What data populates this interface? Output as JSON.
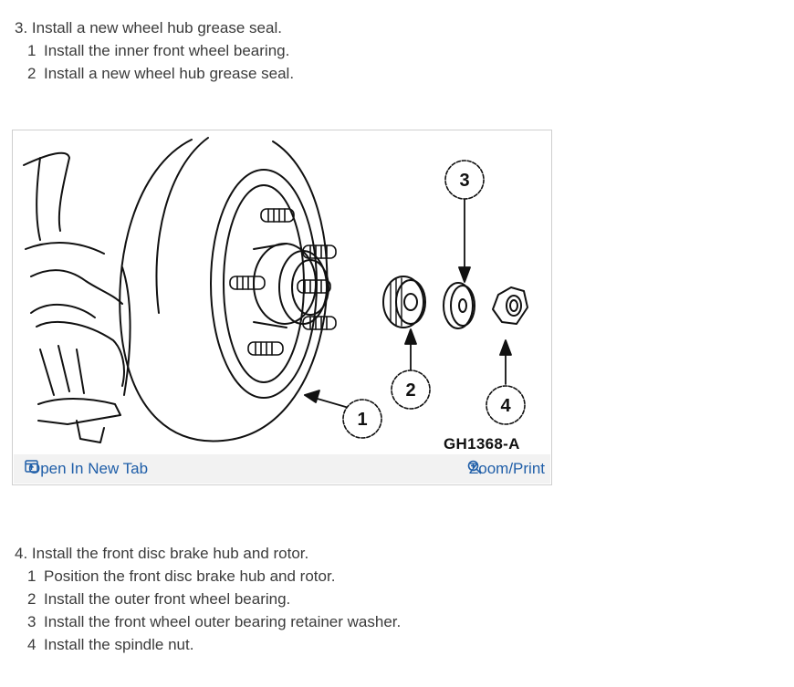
{
  "step3": {
    "title": "3. Install a new wheel hub grease seal.",
    "items": [
      {
        "num": "1",
        "text": "Install the inner front wheel bearing."
      },
      {
        "num": "2",
        "text": "Install a new wheel hub grease seal."
      }
    ]
  },
  "figure": {
    "code": "GH1368-A",
    "callouts": [
      "1",
      "2",
      "3",
      "4"
    ],
    "open_tab_label": "Open In New Tab",
    "zoom_label": "Zoom/Print",
    "link_color": "#1f5ea8"
  },
  "step4": {
    "title": "4. Install the front disc brake hub and rotor.",
    "items": [
      {
        "num": "1",
        "text": "Position the front disc brake hub and rotor."
      },
      {
        "num": "2",
        "text": "Install the outer front wheel bearing."
      },
      {
        "num": "3",
        "text": "Install the front wheel outer bearing retainer washer."
      },
      {
        "num": "4",
        "text": "Install the spindle nut."
      }
    ]
  }
}
